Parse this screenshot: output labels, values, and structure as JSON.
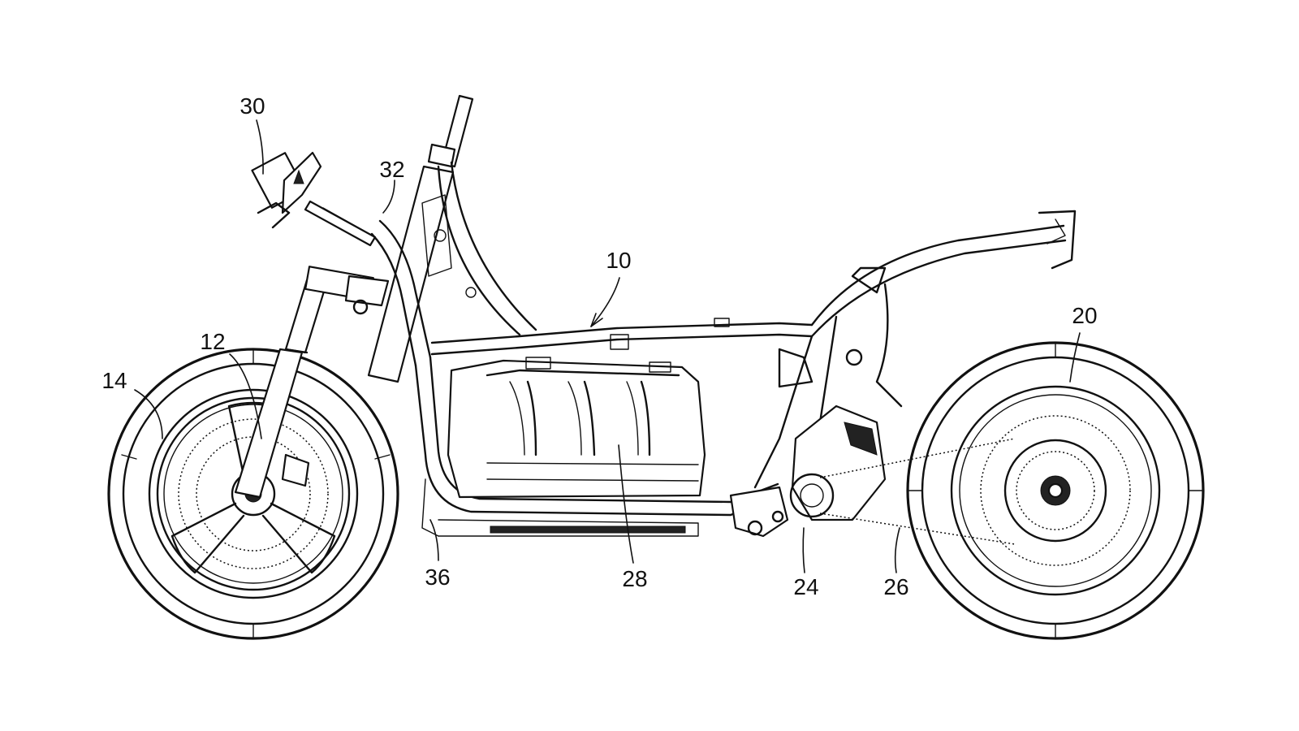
{
  "figure": {
    "kind": "patent-drawing",
    "subject": "electric motorcycle side view",
    "reference_numerals": [
      {
        "id": "10",
        "label": "10",
        "part": "vehicle-frame"
      },
      {
        "id": "12",
        "label": "12",
        "part": "front-fork"
      },
      {
        "id": "14",
        "label": "14",
        "part": "front-wheel"
      },
      {
        "id": "20",
        "label": "20",
        "part": "rear-wheel"
      },
      {
        "id": "24",
        "label": "24",
        "part": "electric-motor"
      },
      {
        "id": "26",
        "label": "26",
        "part": "drive-chain"
      },
      {
        "id": "28",
        "label": "28",
        "part": "battery"
      },
      {
        "id": "30",
        "label": "30",
        "part": "display-unit"
      },
      {
        "id": "32",
        "label": "32",
        "part": "head-pipe-frame"
      },
      {
        "id": "36",
        "label": "36",
        "part": "down-tube"
      }
    ]
  }
}
